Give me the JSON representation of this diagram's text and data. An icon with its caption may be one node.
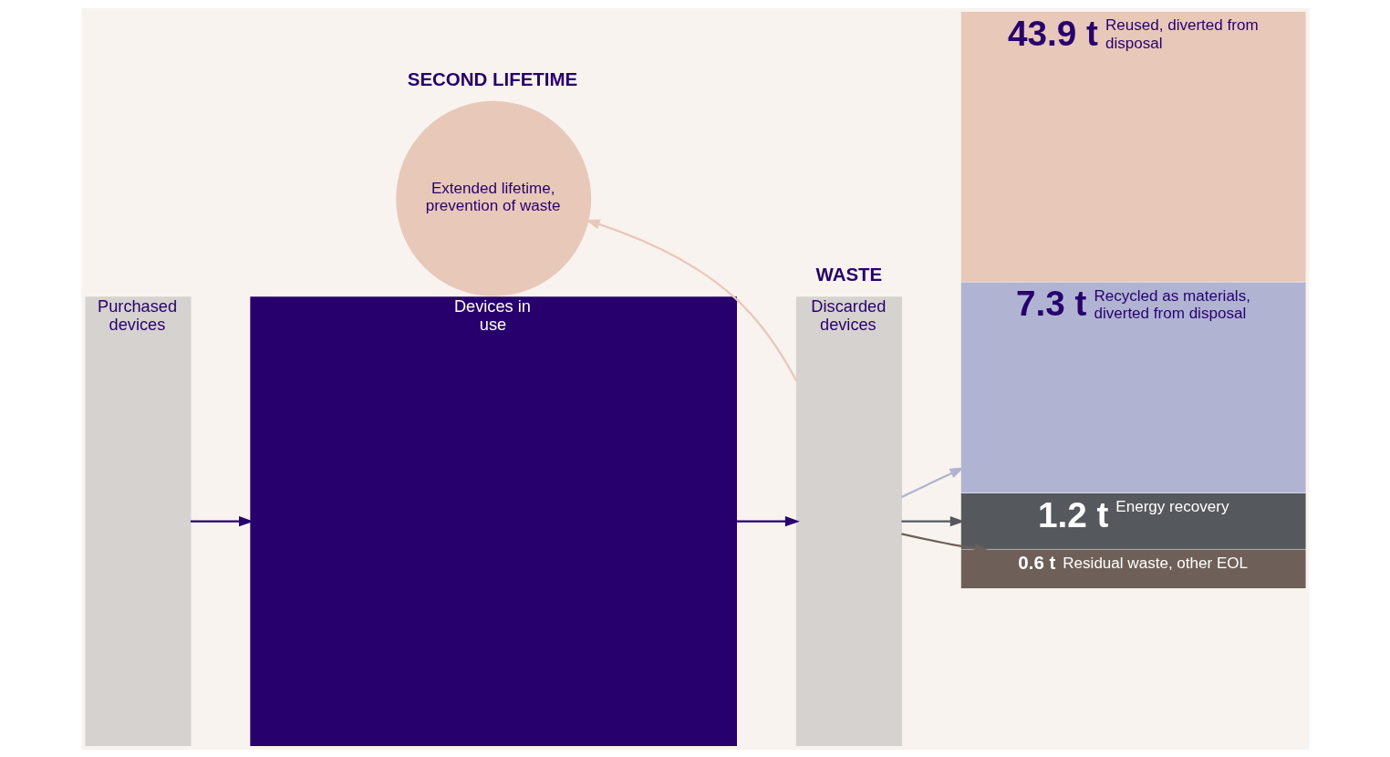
{
  "diagram": {
    "nodes": [
      {
        "text": [
          "Purchased devices"
        ]
      },
      {
        "text": [
          "Devices in use"
        ]
      },
      {
        "text": [
          "Discarded devices"
        ]
      },
      {
        "text": [
          "Extended lifetime, prevention of waste"
        ]
      },
      {
        "text": [
          "43.9 t",
          "Reused, diverted from disposal"
        ]
      },
      {
        "text": [
          "7.3 t",
          "Recycled as materials, diverted from disposal"
        ]
      },
      {
        "text": [
          "1.2 t",
          "Energy recovery"
        ]
      },
      {
        "text": [
          "0.6 t",
          "Residual waste, other EOL"
        ]
      }
    ],
    "edges": [
      {
        "from": 0,
        "to": 1,
        "arrow": "to"
      },
      {
        "from": 1,
        "to": 2,
        "arrow": "to"
      },
      {
        "from": 2,
        "to": 3,
        "arrow": "to",
        "color": "#e8c8b8"
      },
      {
        "from": 2,
        "to": 5,
        "arrow": "to",
        "color": "#b0b4d2"
      },
      {
        "from": 2,
        "to": 6,
        "arrow": "to",
        "color": "#55585c"
      },
      {
        "from": 2,
        "to": 7,
        "arrow": "to",
        "color": "#6e6058"
      }
    ],
    "labels": [
      "SECOND LIFETIME",
      "WASTE"
    ]
  }
}
